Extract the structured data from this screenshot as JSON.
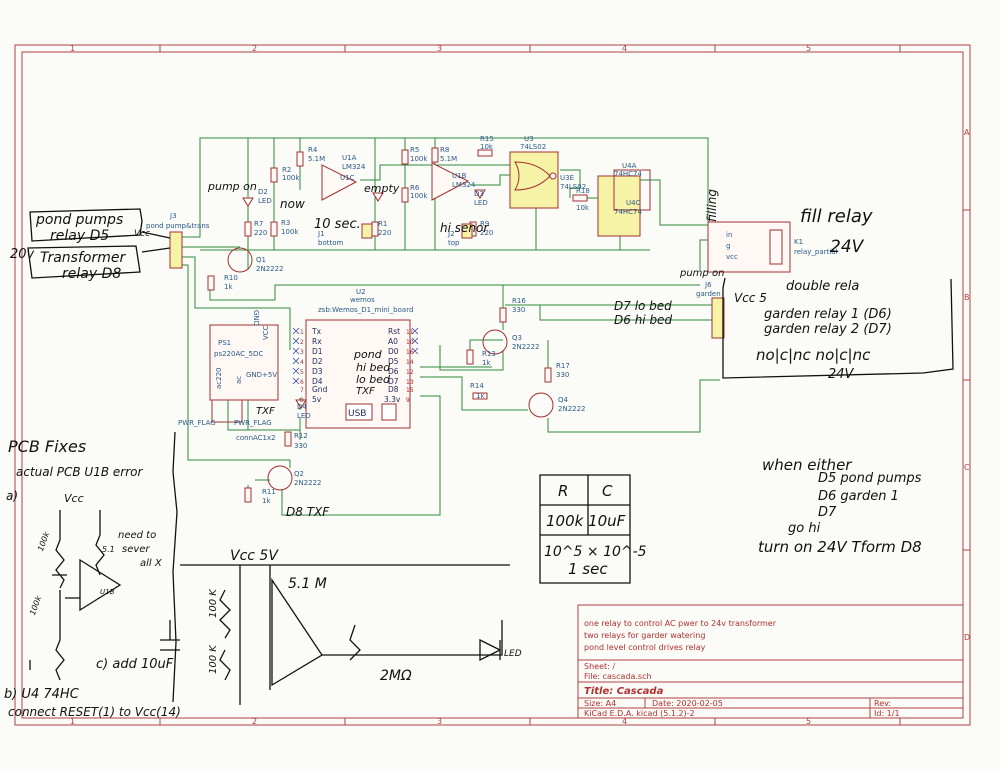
{
  "frame": {
    "col_top": [
      "1",
      "2",
      "3",
      "4",
      "5"
    ],
    "col_bot": [
      "1",
      "2",
      "3",
      "4",
      "5"
    ],
    "rows": [
      "A",
      "B",
      "C",
      "D"
    ]
  },
  "parts": {
    "r2": {
      "ref": "R2",
      "val": "100k"
    },
    "r4": {
      "ref": "R4",
      "val": "5.1M"
    },
    "r7": {
      "ref": "R7",
      "val": "220"
    },
    "r3": {
      "ref": "R3",
      "val": "100k"
    },
    "r1": {
      "ref": "R1",
      "val": "220"
    },
    "r5": {
      "ref": "R5",
      "val": "100k"
    },
    "r8": {
      "ref": "R8",
      "val": "5.1M"
    },
    "r6": {
      "ref": "R6",
      "val": "100k"
    },
    "r9": {
      "ref": "R9",
      "val": "220"
    },
    "r15": {
      "ref": "R15",
      "val": "10k"
    },
    "r18": {
      "ref": "R18",
      "val": "10k"
    },
    "r10": {
      "ref": "R10",
      "val": "1k"
    },
    "r16": {
      "ref": "R16",
      "val": "330"
    },
    "r13": {
      "ref": "R13",
      "val": "1k"
    },
    "r14": {
      "ref": "R14",
      "val": "1k"
    },
    "r17": {
      "ref": "R17",
      "val": "330"
    },
    "r12": {
      "ref": "R12",
      "val": "330"
    },
    "r11": {
      "ref": "R11",
      "val": "1k"
    },
    "d2": {
      "ref": "D2",
      "val": "LED"
    },
    "d3": {
      "ref": "D3",
      "val": "LED"
    },
    "d4": {
      "ref": "D4",
      "val": "LED"
    },
    "j1": {
      "ref": "J1",
      "val": "bottom"
    },
    "j2": {
      "ref": "J2",
      "val": "top"
    },
    "j3": {
      "ref": "J3",
      "val": "pond pump&trans"
    },
    "j6": {
      "ref": "J6",
      "val": "garden"
    },
    "u1a": {
      "ref": "U1A",
      "val": "LM324"
    },
    "u1b": {
      "ref": "U1B",
      "val": "LM324"
    },
    "u1c": "U1C",
    "u3": {
      "ref": "U3",
      "val": "74LS02"
    },
    "u3e": {
      "ref": "U3E",
      "val": "74LS02"
    },
    "u4a": {
      "ref": "U4A",
      "val": "74HC74"
    },
    "u4c": "U4C",
    "u4c_val": "74HC74",
    "k1": {
      "ref": "K1",
      "val": "relay_partial"
    },
    "q1": {
      "ref": "Q1",
      "val": "2N2222"
    },
    "q2": {
      "ref": "Q2",
      "val": "2N2222"
    },
    "q3": {
      "ref": "Q3",
      "val": "2N2222"
    },
    "q4": {
      "ref": "Q4",
      "val": "2N2222"
    },
    "u2": {
      "ref": "U2",
      "val": "wemos",
      "lib": "zsb:Wemos_D1_mini_board"
    },
    "ps1": {
      "ref": "PS1",
      "val": "ps220AC_5DC"
    },
    "conn": "connAC1x2",
    "ac220": "ac220",
    "ac": "ac",
    "gnd5v": "GND+5V",
    "pwr1": "PWR_FLAG",
    "pwr2": "PWR_FLAG",
    "gnd": "GND",
    "vcc": "VCC",
    "k1_pins": [
      "in",
      "g",
      "vcc"
    ]
  },
  "wemos": {
    "left": [
      "Tx",
      "Rx",
      "D1",
      "D2",
      "D3",
      "D4",
      "Gnd",
      "5v"
    ],
    "right": [
      "Rst",
      "A0",
      "D0",
      "D5",
      "D6",
      "D7",
      "D8",
      "3.3v"
    ],
    "left_nums": [
      "1",
      "2",
      "3",
      "4",
      "5",
      "6",
      "7",
      "8"
    ],
    "right_nums": [
      "11",
      "10",
      "16",
      "14",
      "12",
      "13",
      "15",
      "9"
    ],
    "usb": "USB"
  },
  "notes": {
    "title_block": {
      "desc": [
        "one relay to control AC pwer to 24v transformer",
        "two relays for garder watering",
        "pond level control drives relay"
      ],
      "sheet": "Sheet: /",
      "file": "File: cascada.sch",
      "title": "Title: Cascada",
      "size": "Size: A4",
      "date": "Date: 2020-02-05",
      "rev": "Rev:",
      "kicad": "KiCad E.D.A.  kicad (5.1.2)-2",
      "id": "Id: 1/1"
    },
    "handwritten": {
      "pond_pumps": "pond pumps",
      "relay_d5": "relay D5",
      "vcc_left": "Vcc",
      "v20": "20v",
      "transformer": "Transformer",
      "relay_d8": "relay D8",
      "pump_on": "pump on",
      "now": "now",
      "ten_sec": "10 sec.",
      "empty": "empty",
      "hi_senor": "hi senor",
      "fill_relay": "fill relay",
      "v24": "24V",
      "filling": "filling",
      "pump_on2": "pump on",
      "double_rela": "double rela",
      "vcc5": "Vcc 5",
      "garden_relay1": "garden relay 1 (D6)",
      "garden_relay2": "garden relay 2 (D7)",
      "d7_lo_bed": "D7 lo bed",
      "d6_hi_bed": "D6 hi bed",
      "no_c_nc": "no|c|nc    no|c|nc",
      "v24b": "24V",
      "pond": "pond",
      "hi_bed": "hi bed",
      "lo_bed": "lo bed",
      "txf": "TXF",
      "txf2": "TXF",
      "d8_txf": "D8 TXF",
      "when_either": "when either",
      "d5_pp": "D5    pond pumps",
      "d6_g1": "D6    garden 1",
      "d7": "D7",
      "go_hi": "go hi",
      "turn_on": "turn on 24V Tform D8",
      "tbl_r": "R",
      "tbl_c": "C",
      "tbl_row1": "100k   10uF",
      "tbl_row2": "10^5 × 10^-5",
      "tbl_row3": "1 sec",
      "pcb_fixes": "PCB Fixes",
      "actual": "actual PCB U1B error",
      "a": "a)",
      "vcc_a": "Vcc",
      "need_to": "need to",
      "sever": "sever",
      "all_x": "all X",
      "r100k_a": "100k",
      "r51": "5.1",
      "r100k_b": "100k",
      "u1b_small": "U1B",
      "c_add": "c) add 10uF",
      "b_u4": "b) U4 74HC",
      "b_connect": "connect RESET(1) to Vcc(14)",
      "vcc5v": "Vcc 5V",
      "r51m": "5.1 M",
      "r100k_c": "100 K",
      "r100k_d": "100 K",
      "r2m": "2MΩ",
      "led_label": "LED"
    }
  }
}
